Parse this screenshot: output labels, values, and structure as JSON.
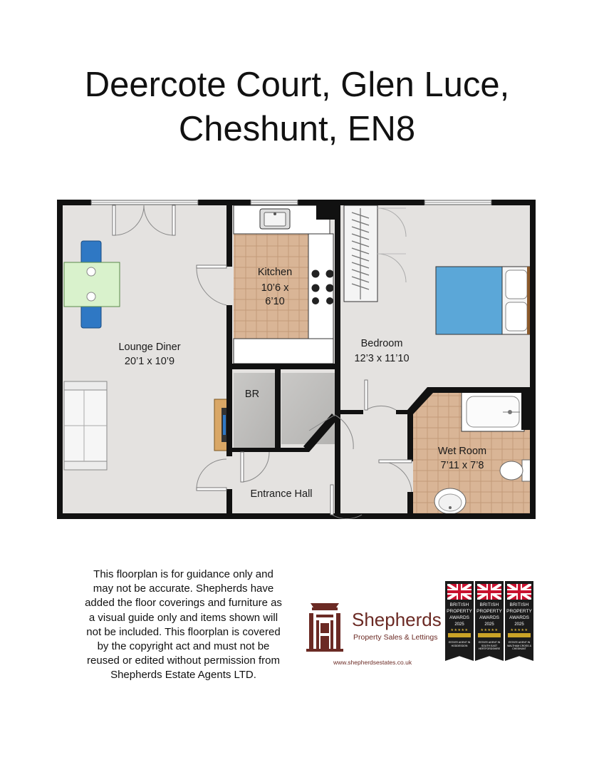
{
  "title": {
    "line1": "Deercote Court, Glen Luce,",
    "line2": "Cheshunt, EN8"
  },
  "rooms": {
    "lounge": {
      "name": "Lounge Diner",
      "size": "20’1 x 10’9"
    },
    "kitchen": {
      "name": "Kitchen",
      "size_line1": "10’6 x",
      "size_line2": "6’10"
    },
    "bedroom": {
      "name": "Bedroom",
      "size": "12’3 x 11’10"
    },
    "wetroom": {
      "name": "Wet Room",
      "size": "7’11 x 7’8"
    },
    "br": {
      "name": "BR"
    },
    "hall": {
      "name": "Entrance Hall"
    }
  },
  "disclaimer": {
    "lines": [
      "This floorplan is for guidance only and",
      "may not be accurate. Shepherds have",
      "added the floor coverings and furniture as",
      "a visual guide only and items shown will",
      "not be included. This floorplan is covered",
      "by the copyright act and must not be",
      "reused or edited without permission from",
      "Shepherds Estate Agents LTD."
    ]
  },
  "brand": {
    "name": "Shepherds",
    "tagline": "Property Sales & Lettings",
    "url": "www.shepherdsestates.co.uk"
  },
  "awards": [
    {
      "line1": "BRITISH",
      "line2": "PROPERTY",
      "line3": "AWARDS",
      "year": "2025",
      "category": "ESTATE AGENT IN HODDESDON"
    },
    {
      "line1": "BRITISH",
      "line2": "PROPERTY",
      "line3": "AWARDS",
      "year": "2025",
      "category": "ESTATE AGENT IN SOUTH EAST HERTFORDSHIRE"
    },
    {
      "line1": "BRITISH",
      "line2": "PROPERTY",
      "line3": "AWARDS",
      "year": "2025",
      "category": "ESTATE AGENT IN WALTHAM CROSS & CHESHUNT"
    }
  ],
  "colors": {
    "floor": "#e4e2e0",
    "tile": "#d9b596",
    "wall": "#111111",
    "brand": "#6b2a24",
    "furniture_blue": "#2f78c4",
    "bed_blue": "#5ba7d8",
    "table_green": "#d9f2cc"
  }
}
